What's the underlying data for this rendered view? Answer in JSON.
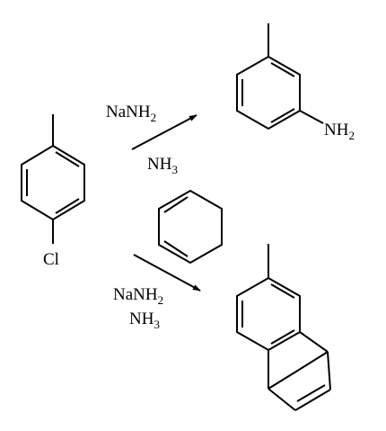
{
  "reagents": {
    "top_above": {
      "main": "NaNH",
      "sub": "2"
    },
    "top_below": {
      "main": "NH",
      "sub": "3"
    },
    "bottom_line1": {
      "main": "NaNH",
      "sub": "2"
    },
    "bottom_line2": {
      "main": "NH",
      "sub": "3"
    }
  },
  "atoms": {
    "chloro": "Cl",
    "amine": {
      "main": "NH",
      "sub": "2"
    }
  },
  "colors": {
    "ink": "#000000",
    "background": "#ffffff"
  }
}
